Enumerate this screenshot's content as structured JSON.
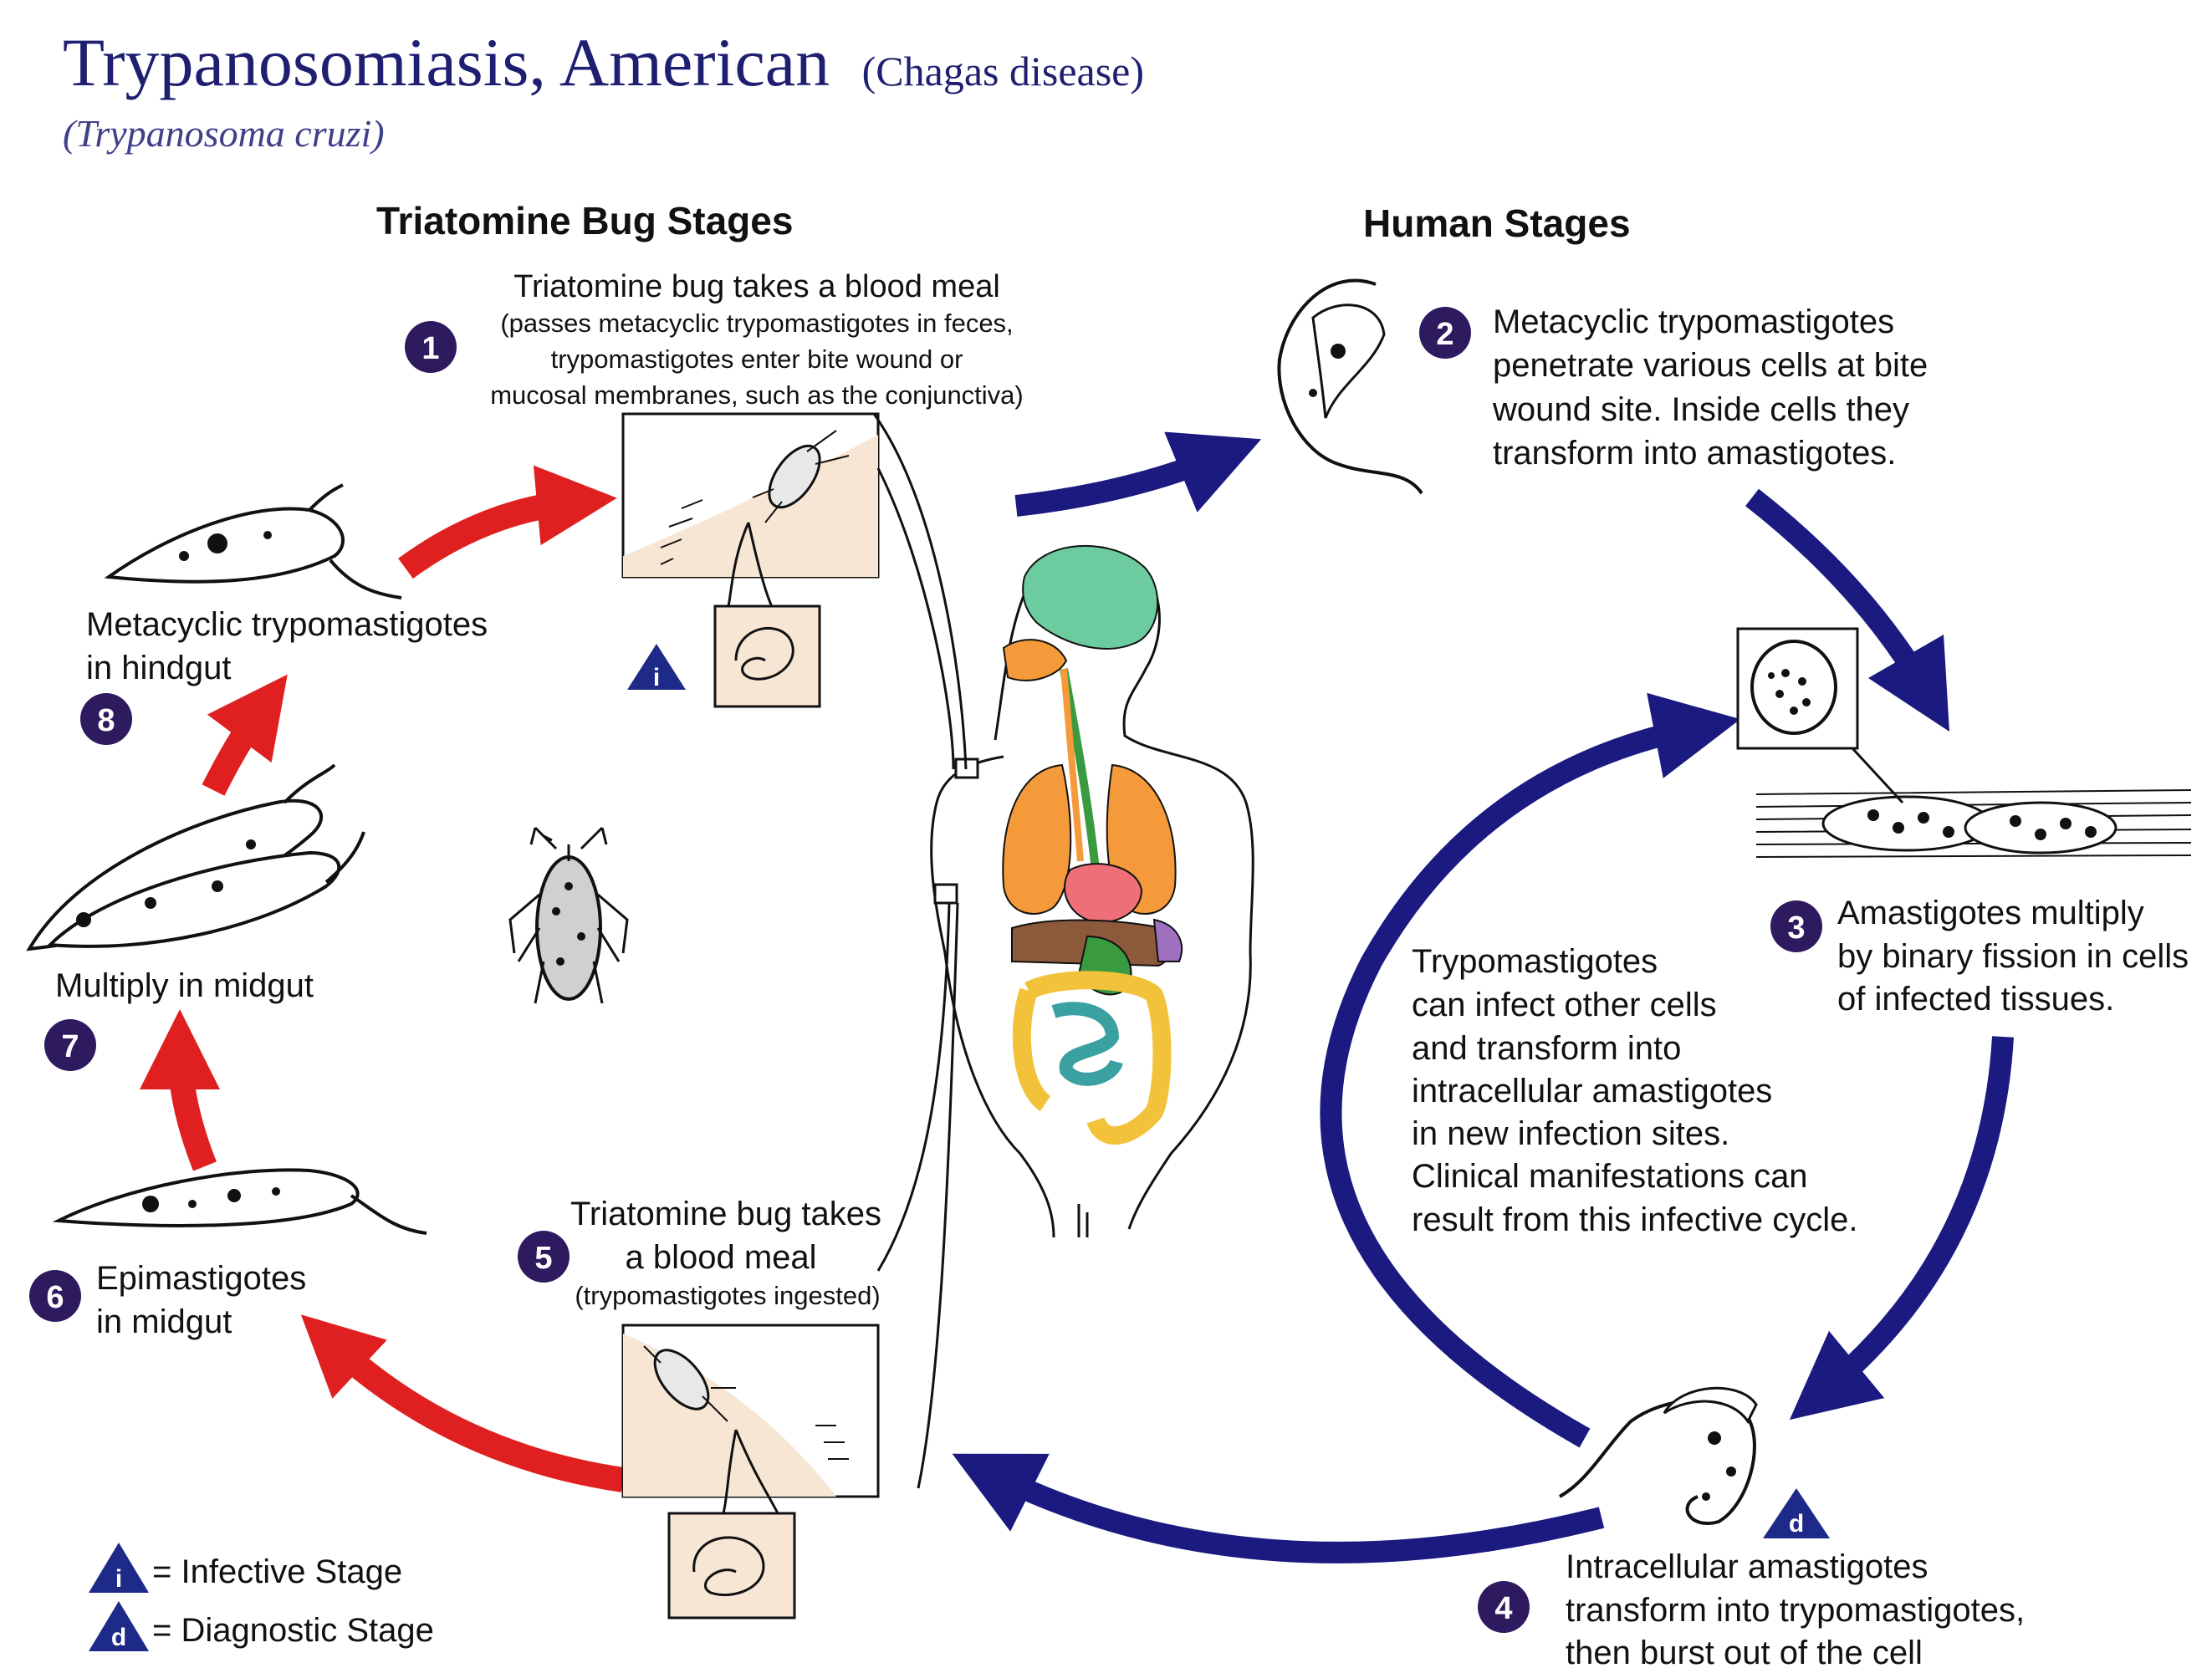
{
  "title": {
    "main": "Trypanosomiasis, American",
    "paren": "(Chagas disease)",
    "species": "(Trypanosoma cruzi)"
  },
  "sections": {
    "bug": "Triatomine Bug Stages",
    "human": "Human Stages"
  },
  "steps": [
    {
      "n": "1",
      "lines": [
        "Triatomine bug takes a blood meal"
      ],
      "sub_lines": [
        "(passes metacyclic trypomastigotes in feces,",
        "trypomastigotes enter bite wound or",
        "mucosal membranes, such as the conjunctiva)"
      ]
    },
    {
      "n": "2",
      "lines": [
        "Metacyclic trypomastigotes",
        "penetrate various cells at bite",
        "wound site.  Inside cells they",
        "transform into amastigotes."
      ]
    },
    {
      "n": "3",
      "lines": [
        "Amastigotes multiply",
        "by binary fission in cells",
        "of infected tissues."
      ]
    },
    {
      "n": "4",
      "lines": [
        "Intracellular amastigotes",
        "transform into trypomastigotes,",
        "then burst out of the cell"
      ]
    },
    {
      "n": "5",
      "lines": [
        "Triatomine bug takes",
        "a blood meal"
      ],
      "sub_lines": [
        "(trypomastigotes ingested)"
      ]
    },
    {
      "n": "6",
      "lines": [
        "Epimastigotes",
        "in midgut"
      ]
    },
    {
      "n": "7",
      "lines": [
        "Multiply in midgut"
      ]
    },
    {
      "n": "8",
      "lines": [
        "Metacyclic trypomastigotes",
        "in hindgut"
      ]
    }
  ],
  "cycle_note": [
    "Trypomastigotes",
    "can infect other cells",
    "and transform into",
    "intracellular amastigotes",
    "in new infection sites.",
    "Clinical manifestations can",
    "result from this infective cycle."
  ],
  "legend": [
    {
      "symbol": "i",
      "label": "= Infective Stage"
    },
    {
      "symbol": "d",
      "label": "= Diagnostic Stage"
    }
  ],
  "colors": {
    "human_arrow": "#1a1a80",
    "bug_arrow": "#e02020",
    "step_circle": "#2e1a5e",
    "triangle": "#1e2a88",
    "skin": "#f8e6d4",
    "brain": "#6ccca0",
    "lungs": "#f59a3a",
    "heart": "#ef6f78",
    "intestine": "#f2c33a"
  },
  "icons": [
    "triatomine-bug-icon",
    "trypomastigote-icon",
    "epimastigote-icon",
    "amastigote-cell-icon",
    "human-body-icon"
  ]
}
